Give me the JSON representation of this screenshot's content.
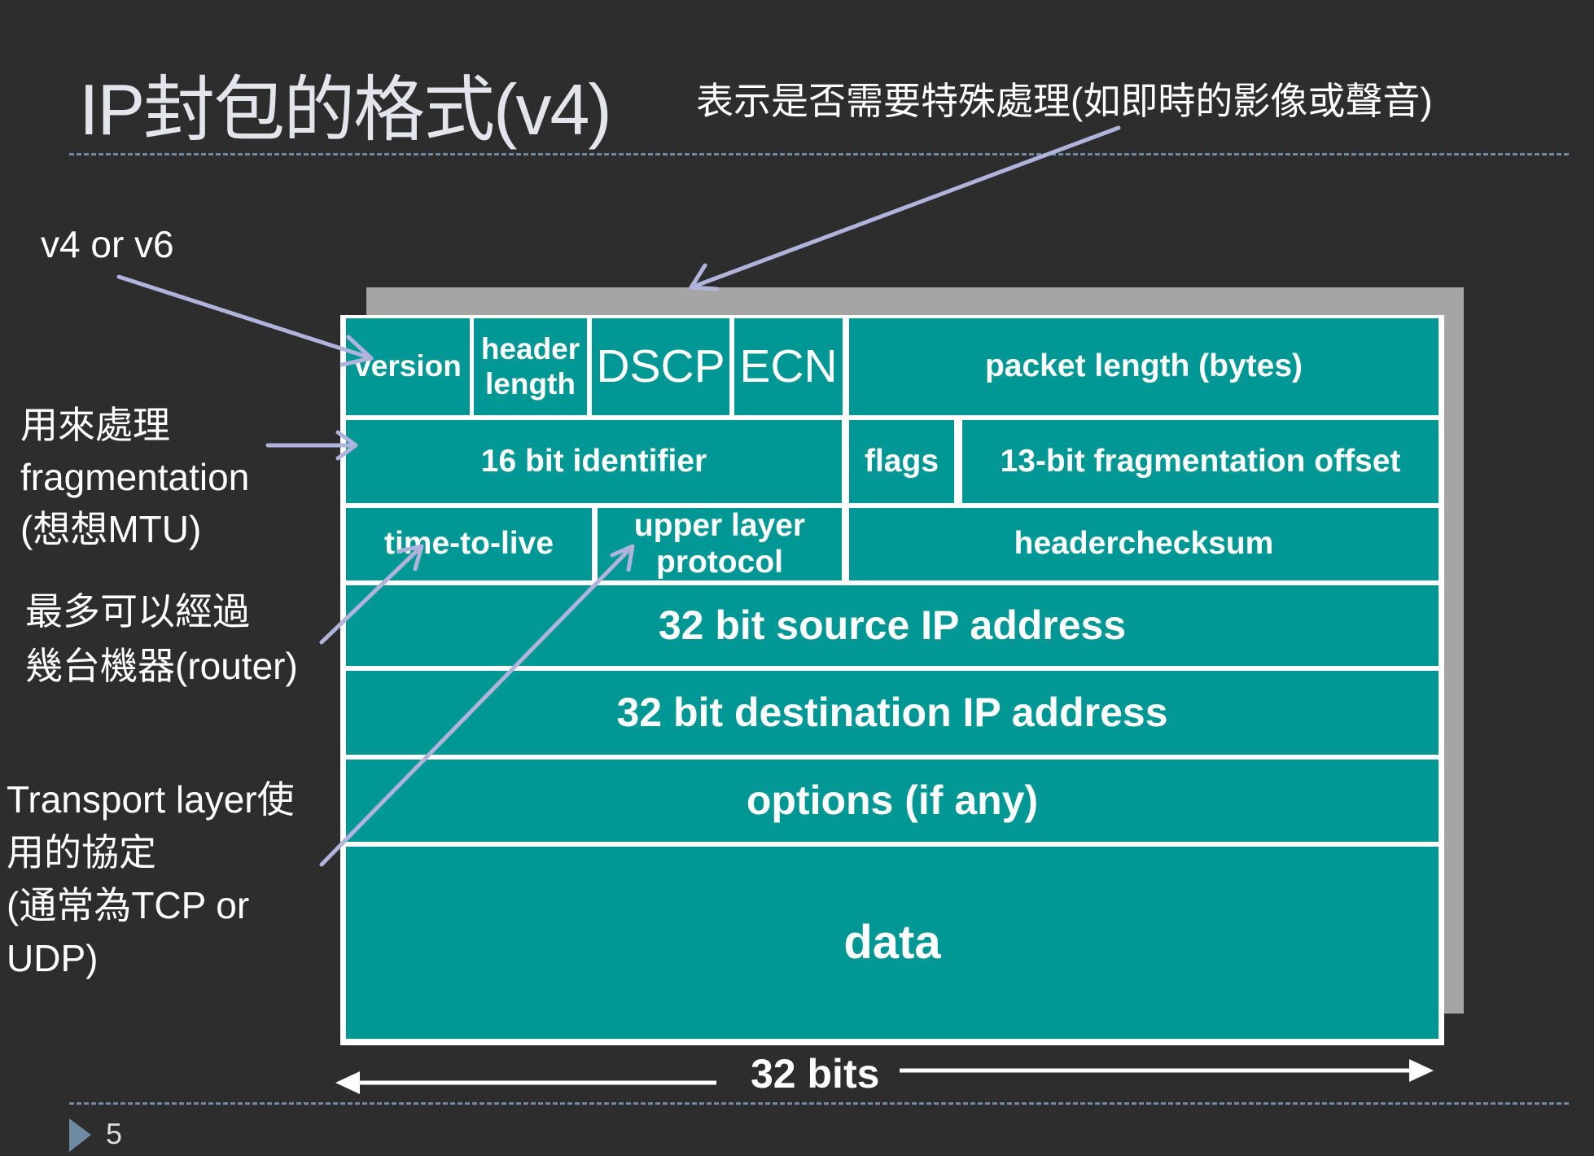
{
  "title": "IP封包的格式(v4)",
  "annotations": {
    "top": "表示是否需要特殊處理(如即時的影像或聲音)",
    "version": "v4 or v6",
    "fragmentation": [
      "用來處理",
      "fragmentation",
      "(想想MTU)"
    ],
    "ttl": [
      "最多可以經過",
      "幾台機器(router)"
    ],
    "protocol": [
      "Transport layer使",
      "用的協定",
      "(通常為TCP or",
      "UDP)"
    ]
  },
  "fields": {
    "version": "version",
    "header_length": [
      "header",
      "length"
    ],
    "dscp": "DSCP",
    "ecn": "ECN",
    "packet_length": "packet length (bytes)",
    "identifier": "16 bit identifier",
    "flags": "flags",
    "fragment_offset": "13-bit fragmentation offset",
    "ttl": "time-to-live",
    "protocol": [
      "upper layer",
      "protocol"
    ],
    "checksum": "headerchecksum",
    "source": "32 bit source IP address",
    "destination": "32 bit destination IP address",
    "options": "options (if any)",
    "data": "data"
  },
  "width_label": "32 bits",
  "page_number": "5",
  "colors": {
    "background": "#2d2d2d",
    "field": "#009794",
    "arrow": "#b0b4dc",
    "shadow": "#a5a5a5"
  }
}
